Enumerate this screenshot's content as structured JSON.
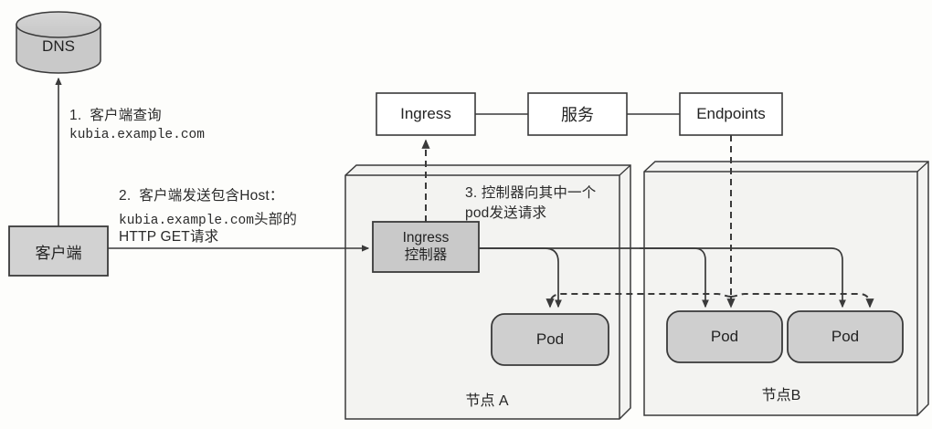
{
  "diagram": {
    "title": "Ingress request flow through Kubernetes nodes",
    "colors": {
      "fill_gray": "#c9c9c9",
      "fill_pod": "#cfcfcf",
      "node_fill": "#f3f3f1",
      "stroke": "#3a3a3a",
      "text": "#232323"
    },
    "dns": {
      "label": "DNS"
    },
    "client": {
      "label": "客户端"
    },
    "ingress": {
      "label": "Ingress"
    },
    "service": {
      "label": "服务"
    },
    "endpoints": {
      "label": "Endpoints"
    },
    "ingress_controller": {
      "line1": "Ingress",
      "line2": "控制器"
    },
    "nodes": [
      {
        "label": "节点 A"
      },
      {
        "label": "节点B"
      }
    ],
    "pods": [
      {
        "label": "Pod"
      },
      {
        "label": "Pod"
      },
      {
        "label": "Pod"
      }
    ],
    "steps": [
      {
        "line1": "1.  客户端查询",
        "line2": "kubia.example.com"
      },
      {
        "line1": "2.  客户端发送包含Host：",
        "line2": "kubia.example.com",
        "line2_tail": "头部的",
        "line3": "HTTP GET请求"
      },
      {
        "line1": "3. 控制器向其中一个",
        "line2": "pod发送请求"
      }
    ]
  }
}
